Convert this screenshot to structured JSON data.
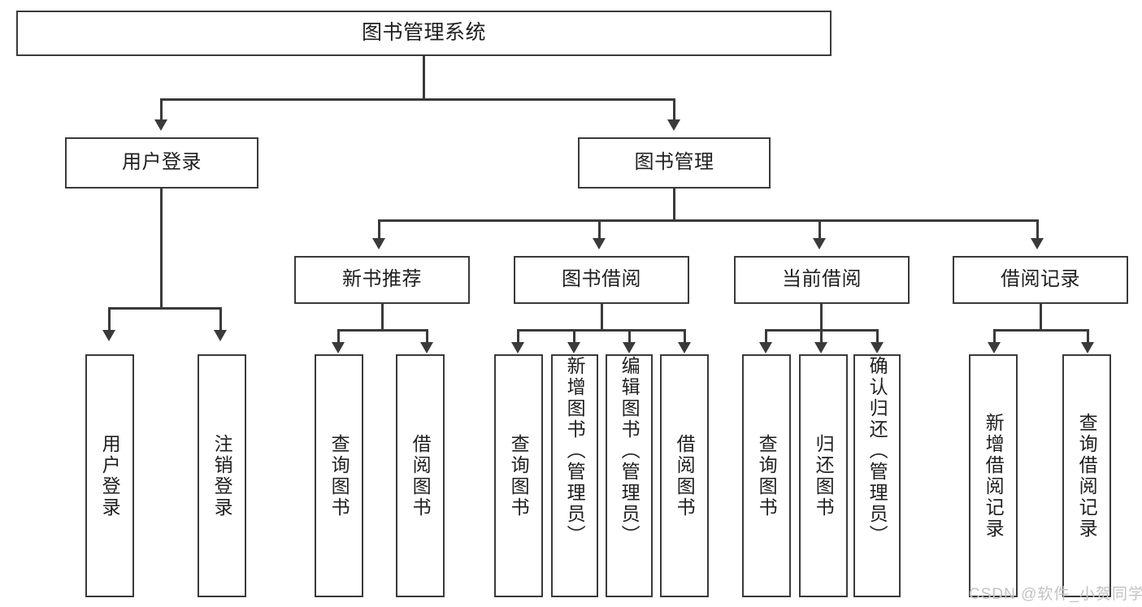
{
  "diagram": {
    "title": "图书管理系统",
    "type": "tree-hierarchy",
    "root": {
      "label": "图书管理系统"
    },
    "level2": [
      {
        "label": "用户登录"
      },
      {
        "label": "图书管理"
      }
    ],
    "level3": [
      {
        "label": "新书推荐"
      },
      {
        "label": "图书借阅"
      },
      {
        "label": "当前借阅"
      },
      {
        "label": "借阅记录"
      }
    ],
    "leaves": {
      "user_login": [
        {
          "label": "用户登录"
        },
        {
          "label": "注销登录"
        }
      ],
      "new_book_recommend": [
        {
          "label": "查询图书"
        },
        {
          "label": "借阅图书"
        }
      ],
      "book_borrow": [
        {
          "label": "查询图书"
        },
        {
          "label": "新增图书（管理员）"
        },
        {
          "label": "编辑图书（管理员）"
        },
        {
          "label": "借阅图书"
        }
      ],
      "current_borrow": [
        {
          "label": "查询图书"
        },
        {
          "label": "归还图书"
        },
        {
          "label": "确认归还（管理员）"
        }
      ],
      "borrow_record": [
        {
          "label": "新增借阅记录"
        },
        {
          "label": "查询借阅记录"
        }
      ]
    }
  },
  "watermark": {
    "text": "CSDN @软件_小贺同学"
  },
  "colors": {
    "border": "#3a3a3a",
    "background": "#ffffff",
    "text": "#1f1f1f",
    "watermark": "#c3c3c3"
  }
}
